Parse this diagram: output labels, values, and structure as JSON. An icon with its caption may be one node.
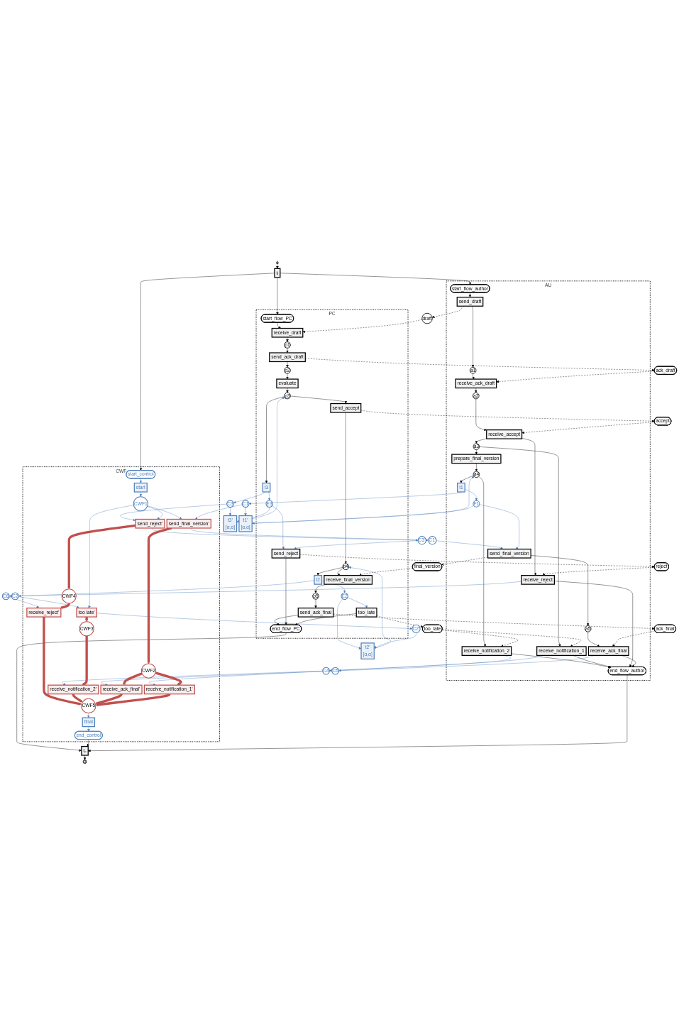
{
  "diagram": {
    "nodes": [
      {
        "text": [
          "i"
        ]
      },
      {
        "text": [
          "tᵢ"
        ]
      },
      {
        "text": [
          "PC"
        ]
      },
      {
        "text": [
          "start_flow_PC"
        ],
        "in": 2
      },
      {
        "text": [
          "receive_draft"
        ],
        "in": 2
      },
      {
        "text": [
          "p1"
        ],
        "in": 2
      },
      {
        "text": [
          "send_ack_draft"
        ],
        "in": 2
      },
      {
        "text": [
          "p2"
        ],
        "in": 2
      },
      {
        "text": [
          "evaluate"
        ],
        "in": 2
      },
      {
        "text": [
          "p3"
        ],
        "in": 2
      },
      {
        "text": [
          "send_accept"
        ],
        "in": 2
      },
      {
        "text": [
          "p4"
        ],
        "in": 2
      },
      {
        "text": [
          "receive_final_version"
        ],
        "in": 2
      },
      {
        "text": [
          "p5"
        ],
        "in": 2
      },
      {
        "text": [
          "send_ack_final"
        ],
        "in": 2
      },
      {
        "text": [
          "end_flow_PC"
        ],
        "in": 2
      },
      {
        "text": [
          "t3"
        ],
        "in": 2
      },
      {
        "text": [
          "E3"
        ],
        "in": 2
      },
      {
        "text": [
          "send_reject"
        ],
        "in": 2
      },
      {
        "text": [
          "t2"
        ],
        "in": 2
      },
      {
        "text": [
          "E2"
        ],
        "in": 2
      },
      {
        "text": [
          "too_late"
        ],
        "in": 2
      },
      {
        "text": [
          "draft"
        ]
      },
      {
        "text": [
          "ack_draft"
        ]
      },
      {
        "text": [
          "accept"
        ]
      },
      {
        "text": [
          "reject"
        ]
      },
      {
        "text": [
          "too_late"
        ]
      },
      {
        "text": [
          "final_version"
        ]
      },
      {
        "text": [
          "ack_final"
        ]
      },
      {
        "text": [
          "C3"
        ]
      },
      {
        "text": [
          "C3’"
        ]
      },
      {
        "text": [
          "t3’",
          "[α,α]"
        ]
      },
      {
        "text": [
          "C2"
        ]
      },
      {
        "text": [
          "C2’"
        ]
      },
      {
        "text": [
          "t2’",
          "[α,α]"
        ]
      },
      {
        "text": [
          "CWF"
        ]
      },
      {
        "text": [
          "start_control"
        ],
        "in": 35
      },
      {
        "text": [
          "start"
        ],
        "in": 35
      },
      {
        "text": [
          "CWF1"
        ],
        "in": 35
      },
      {
        "text": [
          "send_reject’"
        ],
        "in": 35
      },
      {
        "text": [
          "too late’"
        ],
        "in": 35
      },
      {
        "text": [
          "send_final_version’"
        ],
        "in": 35
      },
      {
        "text": [
          "CWF4"
        ],
        "in": 35
      },
      {
        "text": [
          "CWF3"
        ],
        "in": 35
      },
      {
        "text": [
          "CWF2"
        ],
        "in": 35
      },
      {
        "text": [
          "receive_reject’"
        ],
        "in": 35
      },
      {
        "text": [
          "receive_notification_2’"
        ],
        "in": 35
      },
      {
        "text": [
          "receive_ack_final’"
        ],
        "in": 35
      },
      {
        "text": [
          "receive_notification_1’"
        ],
        "in": 35
      },
      {
        "text": [
          "CWF5"
        ],
        "in": 35
      },
      {
        "text": [
          "final"
        ],
        "in": 35
      },
      {
        "text": [
          "end_control"
        ],
        "in": 35
      },
      {
        "text": [
          "tₒ"
        ]
      },
      {
        "text": [
          "o"
        ]
      },
      {
        "text": [
          "C1"
        ]
      },
      {
        "text": [
          "C1’"
        ]
      },
      {
        "text": [
          "C4"
        ]
      },
      {
        "text": [
          "t1’",
          "[α,α]"
        ]
      },
      {
        "text": [
          "C5"
        ]
      },
      {
        "text": [
          "C6"
        ]
      },
      {
        "text": [
          "AU"
        ]
      },
      {
        "text": [
          "start_flow_author"
        ],
        "in": 60
      },
      {
        "text": [
          "send_draft"
        ],
        "in": 60
      },
      {
        "text": [
          "a1"
        ],
        "in": 60
      },
      {
        "text": [
          "receive_ack_draft"
        ],
        "in": 60
      },
      {
        "text": [
          "a2"
        ],
        "in": 60
      },
      {
        "text": [
          "receive_accept"
        ],
        "in": 60
      },
      {
        "text": [
          "a3"
        ],
        "in": 60
      },
      {
        "text": [
          "prepare_final_version"
        ],
        "in": 60
      },
      {
        "text": [
          "a4"
        ],
        "in": 60
      },
      {
        "text": [
          "receive_notification_2"
        ],
        "in": 60
      },
      {
        "text": [
          "a5"
        ],
        "in": 60
      },
      {
        "text": [
          "receive_ack_final"
        ],
        "in": 60
      },
      {
        "text": [
          "end_flow_author"
        ],
        "in": 60
      },
      {
        "text": [
          "receive_notification_1"
        ],
        "in": 60
      },
      {
        "text": [
          "receive_reject"
        ],
        "in": 60
      },
      {
        "text": [
          "t1"
        ],
        "in": 60
      },
      {
        "text": [
          "F1"
        ],
        "in": 60
      },
      {
        "text": [
          "send_final_version"
        ],
        "in": 60
      }
    ],
    "edges": [
      {
        "from": 0,
        "to": 1,
        "arrow": "to"
      },
      {
        "from": 1,
        "to": 3,
        "arrow": "to"
      },
      {
        "from": 1,
        "to": 36,
        "arrow": "to"
      },
      {
        "from": 1,
        "to": 61,
        "arrow": "to"
      },
      {
        "from": 3,
        "to": 4,
        "arrow": "to"
      },
      {
        "from": 4,
        "to": 5,
        "arrow": "to"
      },
      {
        "from": 5,
        "to": 6,
        "arrow": "to"
      },
      {
        "from": 6,
        "to": 7,
        "arrow": "to"
      },
      {
        "from": 7,
        "to": 8,
        "arrow": "to"
      },
      {
        "from": 8,
        "to": 9,
        "arrow": "to"
      },
      {
        "from": 9,
        "to": 10,
        "arrow": "to"
      },
      {
        "from": 10,
        "to": 11,
        "arrow": "to"
      },
      {
        "from": 11,
        "to": 12,
        "arrow": "to"
      },
      {
        "from": 12,
        "to": 13,
        "arrow": "to"
      },
      {
        "from": 13,
        "to": 14,
        "arrow": "to"
      },
      {
        "from": 14,
        "to": 15,
        "arrow": "to"
      },
      {
        "from": 9,
        "to": 16,
        "arrow": "to"
      },
      {
        "from": 18,
        "to": 15,
        "arrow": "to"
      },
      {
        "from": 11,
        "to": 19,
        "arrow": "to"
      },
      {
        "from": 21,
        "to": 15,
        "arrow": "to"
      },
      {
        "from": 15,
        "to": 52,
        "arrow": "to"
      },
      {
        "from": 51,
        "to": 52,
        "arrow": "to"
      },
      {
        "from": 73,
        "to": 52,
        "arrow": "to"
      },
      {
        "from": 52,
        "to": 53,
        "arrow": "to"
      },
      {
        "from": 61,
        "to": 62,
        "arrow": "to"
      },
      {
        "from": 62,
        "to": 63,
        "arrow": "to"
      },
      {
        "from": 63,
        "to": 64,
        "arrow": "to"
      },
      {
        "from": 64,
        "to": 65,
        "arrow": "to"
      },
      {
        "from": 65,
        "to": 66,
        "arrow": "to"
      },
      {
        "from": 66,
        "to": 67,
        "arrow": "to"
      },
      {
        "from": 67,
        "to": 68,
        "arrow": "to"
      },
      {
        "from": 68,
        "to": 69,
        "arrow": "to"
      },
      {
        "from": 69,
        "to": 70,
        "arrow": "to"
      },
      {
        "from": 70,
        "to": 73,
        "arrow": "to"
      },
      {
        "from": 67,
        "to": 74,
        "arrow": "to"
      },
      {
        "from": 74,
        "to": 73,
        "arrow": "to"
      },
      {
        "from": 66,
        "to": 75,
        "arrow": "to"
      },
      {
        "from": 75,
        "to": 73,
        "arrow": "to"
      },
      {
        "from": 69,
        "to": 76,
        "arrow": "to"
      },
      {
        "from": 78,
        "to": 71,
        "arrow": "to"
      },
      {
        "from": 71,
        "to": 72,
        "arrow": "to"
      },
      {
        "from": 72,
        "to": 73,
        "arrow": "to"
      },
      {
        "from": 22,
        "to": 4,
        "arrow": "to",
        "style": "dashed"
      },
      {
        "from": 6,
        "to": 23,
        "arrow": "to",
        "style": "dashed"
      },
      {
        "from": 10,
        "to": 24,
        "arrow": "to",
        "style": "dashed"
      },
      {
        "from": 18,
        "to": 25,
        "arrow": "to",
        "style": "dashed"
      },
      {
        "from": 21,
        "to": 26,
        "arrow": "to",
        "style": "dashed"
      },
      {
        "from": 27,
        "to": 12,
        "arrow": "to",
        "style": "dashed"
      },
      {
        "from": 14,
        "to": 28,
        "arrow": "to",
        "style": "dashed"
      },
      {
        "from": 62,
        "to": 22,
        "arrow": "to",
        "style": "dashed"
      },
      {
        "from": 23,
        "to": 64,
        "arrow": "to",
        "style": "dashed"
      },
      {
        "from": 24,
        "to": 66,
        "arrow": "to",
        "style": "dashed"
      },
      {
        "from": 25,
        "to": 75,
        "arrow": "to",
        "style": "dashed"
      },
      {
        "from": 26,
        "to": 74,
        "arrow": "to",
        "style": "dashed"
      },
      {
        "from": 26,
        "to": 70,
        "arrow": "to",
        "style": "dashed"
      },
      {
        "from": 78,
        "to": 27,
        "arrow": "to",
        "style": "dashed"
      },
      {
        "from": 28,
        "to": 72,
        "arrow": "to",
        "style": "dashed"
      },
      {
        "from": 16,
        "to": 17,
        "arrow": "to",
        "color": "#4f81bd"
      },
      {
        "from": 17,
        "to": 18,
        "arrow": "to",
        "color": "#4f81bd"
      },
      {
        "from": 17,
        "to": 31,
        "arrow": "to",
        "color": "#4f81bd"
      },
      {
        "from": 19,
        "to": 20,
        "arrow": "to",
        "color": "#4f81bd"
      },
      {
        "from": 20,
        "to": 21,
        "arrow": "to",
        "color": "#4f81bd"
      },
      {
        "from": 20,
        "to": 34,
        "arrow": "to",
        "color": "#4f81bd"
      },
      {
        "from": 16,
        "to": 29,
        "arrow": "to",
        "color": "#4f81bd"
      },
      {
        "from": 29,
        "to": 31,
        "arrow": "to",
        "color": "#4f81bd"
      },
      {
        "from": 31,
        "to": 9,
        "arrow": "to",
        "color": "#4f81bd"
      },
      {
        "from": 34,
        "to": 11,
        "arrow": "to",
        "color": "#4f81bd"
      },
      {
        "from": 19,
        "to": 32,
        "arrow": "to",
        "color": "#4f81bd"
      },
      {
        "from": 32,
        "to": 40,
        "arrow": "to",
        "color": "#4f81bd"
      },
      {
        "from": 40,
        "to": 33,
        "arrow": "to",
        "color": "#4f81bd"
      },
      {
        "from": 33,
        "to": 34,
        "arrow": "to",
        "color": "#4f81bd"
      },
      {
        "from": 29,
        "to": 39,
        "arrow": "to",
        "color": "#4f81bd"
      },
      {
        "from": 39,
        "to": 30,
        "arrow": "to",
        "color": "#4f81bd"
      },
      {
        "from": 30,
        "to": 18,
        "arrow": "to",
        "color": "#4f81bd"
      },
      {
        "from": 36,
        "to": 37,
        "arrow": "to",
        "color": "#4f81bd"
      },
      {
        "from": 37,
        "to": 38,
        "arrow": "to",
        "color": "#4f81bd"
      },
      {
        "from": 38,
        "to": 39,
        "arrow": "to",
        "color": "#4f81bd"
      },
      {
        "from": 38,
        "to": 40,
        "arrow": "to",
        "color": "#4f81bd"
      },
      {
        "from": 38,
        "to": 41,
        "arrow": "to",
        "color": "#4f81bd"
      },
      {
        "from": 49,
        "to": 50,
        "arrow": "to",
        "color": "#4f81bd"
      },
      {
        "from": 50,
        "to": 51,
        "arrow": "to",
        "color": "#4f81bd"
      },
      {
        "from": 54,
        "to": 41,
        "arrow": "to",
        "color": "#4f81bd"
      },
      {
        "from": 76,
        "to": 54,
        "arrow": "to",
        "color": "#4f81bd"
      },
      {
        "from": 54,
        "to": 57,
        "arrow": "to",
        "color": "#4f81bd"
      },
      {
        "from": 41,
        "to": 55,
        "arrow": "to",
        "color": "#4f81bd"
      },
      {
        "from": 55,
        "to": 78,
        "arrow": "to",
        "color": "#4f81bd"
      },
      {
        "from": 74,
        "to": 56,
        "arrow": "to",
        "color": "#4f81bd"
      },
      {
        "from": 70,
        "to": 56,
        "arrow": "to",
        "color": "#4f81bd"
      },
      {
        "from": 56,
        "to": 48,
        "arrow": "to",
        "color": "#4f81bd"
      },
      {
        "from": 56,
        "to": 46,
        "arrow": "to",
        "color": "#4f81bd"
      },
      {
        "from": 57,
        "to": 69,
        "arrow": "to",
        "color": "#4f81bd"
      },
      {
        "from": 77,
        "to": 57,
        "arrow": "to",
        "color": "#4f81bd"
      },
      {
        "from": 76,
        "to": 77,
        "arrow": "to",
        "color": "#4f81bd"
      },
      {
        "from": 77,
        "to": 78,
        "arrow": "to",
        "color": "#4f81bd"
      },
      {
        "from": 72,
        "to": 58,
        "arrow": "to",
        "color": "#4f81bd"
      },
      {
        "from": 58,
        "to": 47,
        "arrow": "to",
        "color": "#4f81bd"
      },
      {
        "from": 75,
        "to": 59,
        "arrow": "to",
        "color": "#4f81bd"
      },
      {
        "from": 59,
        "to": 45,
        "arrow": "to",
        "color": "#4f81bd"
      },
      {
        "from": 39,
        "to": 42,
        "arrow": "to",
        "style": "thick",
        "color": "#c0504d"
      },
      {
        "from": 42,
        "to": 45,
        "arrow": "to",
        "style": "thick",
        "color": "#c0504d"
      },
      {
        "from": 45,
        "to": 49,
        "arrow": "to",
        "style": "thick",
        "color": "#c0504d"
      },
      {
        "from": 40,
        "to": 43,
        "arrow": "to",
        "style": "thick",
        "color": "#c0504d"
      },
      {
        "from": 43,
        "to": 46,
        "arrow": "to",
        "style": "thick",
        "color": "#c0504d"
      },
      {
        "from": 46,
        "to": 49,
        "arrow": "to",
        "style": "thick",
        "color": "#c0504d"
      },
      {
        "from": 41,
        "to": 44,
        "arrow": "to",
        "style": "thick",
        "color": "#c0504d"
      },
      {
        "from": 44,
        "to": 47,
        "arrow": "to",
        "style": "thick",
        "color": "#c0504d"
      },
      {
        "from": 47,
        "to": 49,
        "arrow": "to",
        "style": "thick",
        "color": "#c0504d"
      },
      {
        "from": 44,
        "to": 48,
        "arrow": "to",
        "style": "thick",
        "color": "#c0504d"
      },
      {
        "from": 48,
        "to": 49,
        "arrow": "to",
        "style": "thick",
        "color": "#c0504d"
      }
    ]
  }
}
